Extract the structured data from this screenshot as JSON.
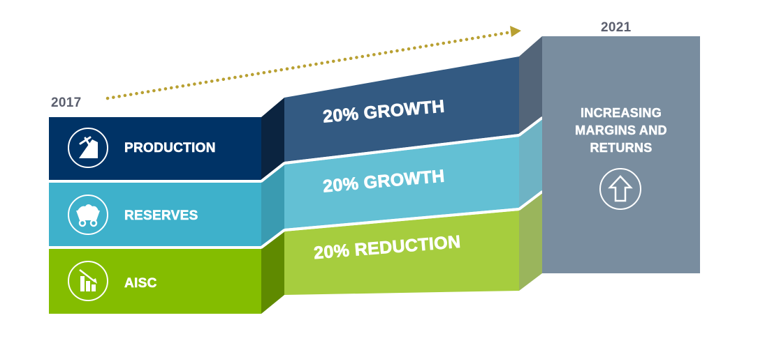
{
  "timeline": {
    "start_year": "2017",
    "end_year": "2021",
    "arrow_color": "#b8a032"
  },
  "rows": [
    {
      "key": "production",
      "label": "PRODUCTION",
      "icon": "pickaxe-mountain-icon",
      "change": "20% GROWTH",
      "color_front": "#003366",
      "color_side": "#0b2440",
      "color_mid": "#335a82",
      "color_mid_side": "#536579"
    },
    {
      "key": "reserves",
      "label": "RESERVES",
      "icon": "mine-cart-icon",
      "change": "20% GROWTH",
      "color_front": "#3eb1cb",
      "color_side": "#3a9bb1",
      "color_mid": "#63c0d4",
      "color_mid_side": "#6eb3c4"
    },
    {
      "key": "aisc",
      "label": "AISC",
      "icon": "declining-bar-chart-icon",
      "change": "20% REDUCTION",
      "color_front": "#84bd00",
      "color_side": "#5f8a00",
      "color_mid": "#a6cd3e",
      "color_mid_side": "#9ab55c"
    }
  ],
  "outcome": {
    "lines": [
      "INCREASING",
      "MARGINS AND",
      "RETURNS"
    ],
    "icon": "up-arrow-icon",
    "color": "#798d9f"
  }
}
